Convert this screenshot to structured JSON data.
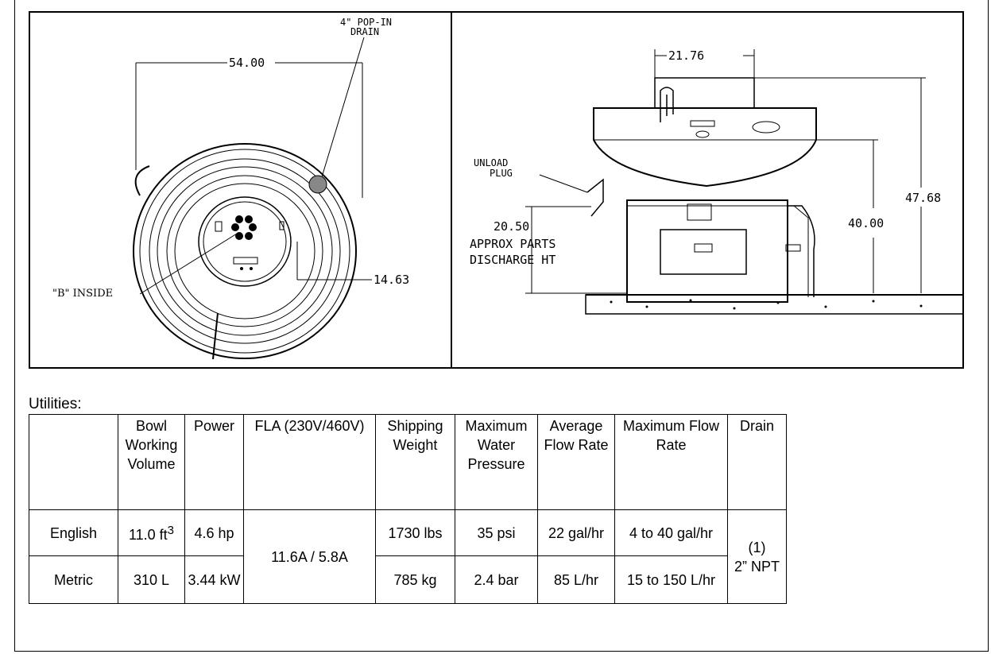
{
  "drawing_left": {
    "dim_width": "54.00",
    "drain_label_line1": "4\" POP-IN",
    "drain_label_line2": "DRAIN",
    "b_inside": "\"B\" INSIDE",
    "dim_offset": "14.63"
  },
  "drawing_right": {
    "dim_top": "21.76",
    "unload_line1": "UNLOAD",
    "unload_line2": "PLUG",
    "discharge_value": "20.50",
    "discharge_line1": "APPROX PARTS",
    "discharge_line2": "DISCHARGE HT",
    "dim_height_inner": "40.00",
    "dim_height_outer": "47.68"
  },
  "utilities_label": "Utilities:",
  "table": {
    "headers": [
      "",
      "Bowl Working Volume",
      "Power",
      "FLA (230V/460V)",
      "Shipping Weight",
      "Maximum Water Pressure",
      "Average Flow Rate",
      "Maximum Flow Rate",
      "Drain"
    ],
    "english": {
      "label": "English",
      "volume_value": "11.0 ft",
      "volume_sup": "3",
      "power": "4.6 hp",
      "weight": "1730 lbs",
      "pressure": "35 psi",
      "avg_flow": "22 gal/hr",
      "max_flow": "4 to 40 gal/hr"
    },
    "metric": {
      "label": "Metric",
      "volume": "310 L",
      "power": "3.44 kW",
      "weight": "785 kg",
      "pressure": "2.4 bar",
      "avg_flow": "85 L/hr",
      "max_flow": "15 to 150 L/hr"
    },
    "fla_shared": "11.6A / 5.8A",
    "drain_shared_line1": "(1)",
    "drain_shared_line2": "2” NPT"
  }
}
